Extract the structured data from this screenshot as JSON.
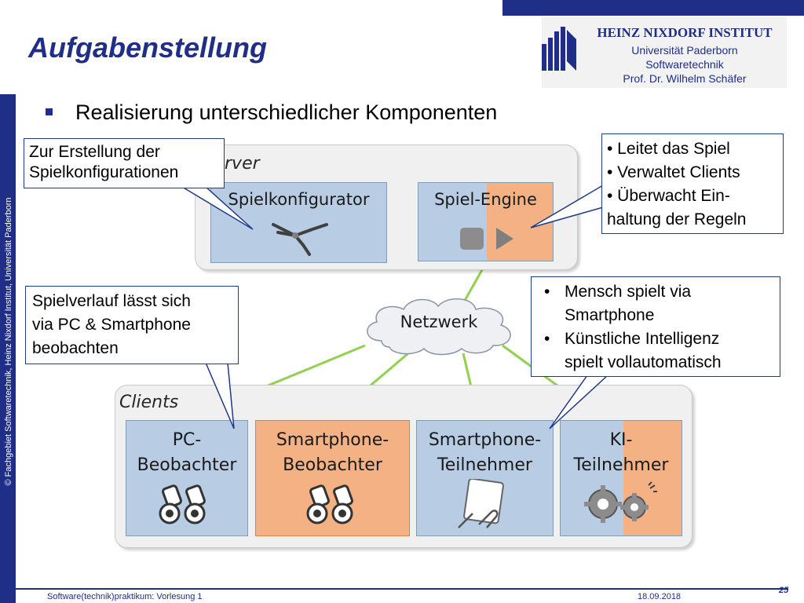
{
  "header": {
    "title": "Aufgabenstellung",
    "institute": "HEINZ NIXDORF INSTITUT",
    "lines": [
      "Universität Paderborn",
      "Softwaretechnik",
      "Prof. Dr. Wilhelm Schäfer"
    ]
  },
  "side_text": "© Fachgebiet Softwaretechnik, Heinz Nixdorf Institut, Universität Paderborn",
  "bullet": "Realisierung unterschiedlicher Komponenten",
  "diagram": {
    "server_label": "rver",
    "clients_label": "Clients",
    "network_label": "Netzwerk",
    "server_components": [
      "Spielkonfigurator",
      "Spiel-Engine"
    ],
    "clients": [
      {
        "line1": "PC-",
        "line2": "Beobachter"
      },
      {
        "line1": "Smartphone-",
        "line2": "Beobachter"
      },
      {
        "line1": "Smartphone-",
        "line2": "Teilnehmer"
      },
      {
        "line1": "KI-",
        "line2": "Teilnehmer"
      }
    ],
    "colors": {
      "blue": "#b8cce4",
      "orange": "#f4b183",
      "connector": "#92d050",
      "frame": "#1f2e86"
    }
  },
  "callouts": {
    "konfig": [
      "Zur Erstellung der",
      "Spielkonfigurationen"
    ],
    "engine": [
      "• Leitet das Spiel",
      "• Verwaltet Clients",
      "• Überwacht Ein-",
      "haltung der Regeln"
    ],
    "beobachten": [
      "Spielverlauf lässt sich",
      "via PC & Smartphone",
      "beobachten"
    ],
    "mensch": [
      "Mensch spielt via",
      "Smartphone",
      "Künstliche Intelligenz",
      "spielt vollautomatisch"
    ]
  },
  "footer": {
    "course": "Software(technik)praktikum: Vorlesung 1",
    "date": "18.09.2018",
    "page": "25"
  }
}
